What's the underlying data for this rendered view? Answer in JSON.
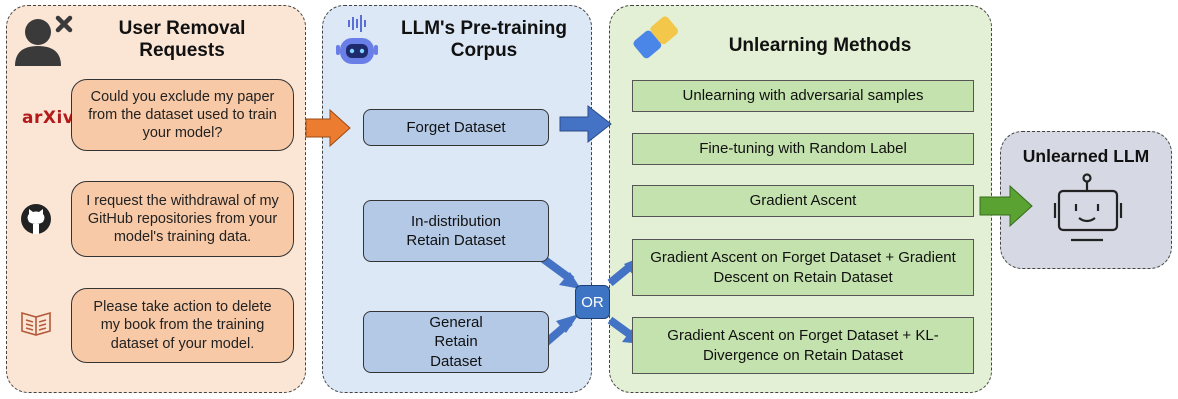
{
  "user_panel": {
    "title": "User Removal Requests",
    "arxiv_label": "arXiv",
    "requests": [
      "Could you exclude my paper from the dataset used to train your model?",
      "I request the withdrawal of my GitHub repositories from your model's training data.",
      "Please take action to delete my book from the training dataset of your model."
    ]
  },
  "corpus_panel": {
    "title": "LLM's Pre-training Corpus",
    "forget_dataset": "Forget Dataset",
    "in_distribution_retain": "In-distribution Retain Dataset",
    "general_retain": "General Retain Dataset",
    "or_label": "OR"
  },
  "unlearning_panel": {
    "title": "Unlearning Methods",
    "methods": [
      "Unlearning with adversarial samples",
      "Fine-tuning with Random Label",
      "Gradient Ascent",
      "Gradient Ascent on Forget Dataset + Gradient Descent on Retain Dataset",
      "Gradient Ascent on Forget Dataset + KL-Divergence on Retain Dataset"
    ]
  },
  "llm_panel": {
    "title": "Unlearned LLM"
  },
  "colors": {
    "orange_arrow": "#ec7c30",
    "blue_arrow": "#4472c4",
    "green_arrow": "#5aa332",
    "or_node": "#3d74c4"
  }
}
